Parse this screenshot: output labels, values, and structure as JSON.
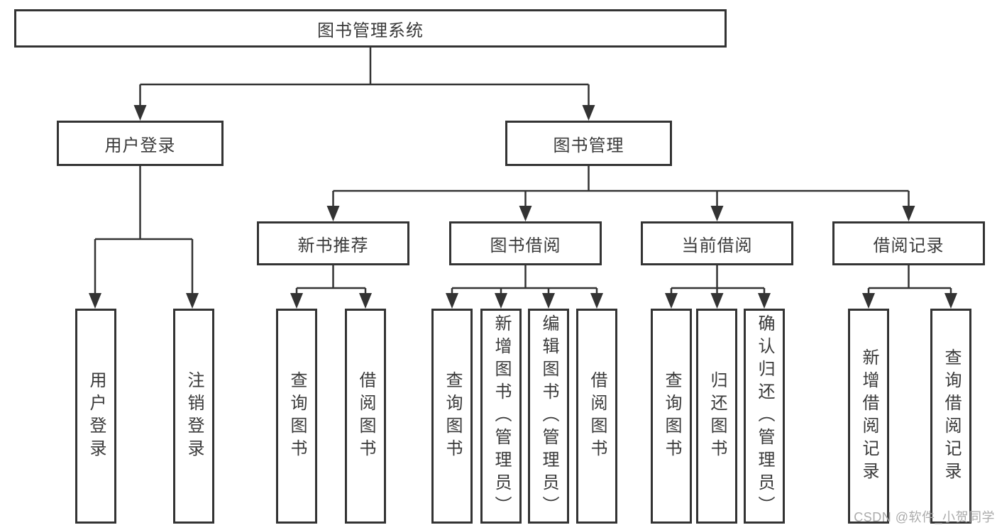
{
  "diagram": {
    "root": {
      "label": "图书管理系统"
    },
    "level2": [
      {
        "label": "用户登录"
      },
      {
        "label": "图书管理"
      }
    ],
    "level3": [
      {
        "label": "新书推荐",
        "parent": "图书管理"
      },
      {
        "label": "图书借阅",
        "parent": "图书管理"
      },
      {
        "label": "当前借阅",
        "parent": "图书管理"
      },
      {
        "label": "借阅记录",
        "parent": "图书管理"
      }
    ],
    "leaves": [
      {
        "label": "用户登录",
        "parent": "用户登录"
      },
      {
        "label": "注销登录",
        "parent": "用户登录"
      },
      {
        "label": "查询图书",
        "parent": "新书推荐"
      },
      {
        "label": "借阅图书",
        "parent": "新书推荐"
      },
      {
        "label": "查询图书",
        "parent": "图书借阅"
      },
      {
        "label": "新增图书（管理员）",
        "parent": "图书借阅"
      },
      {
        "label": "编辑图书（管理员）",
        "parent": "图书借阅"
      },
      {
        "label": "借阅图书",
        "parent": "图书借阅"
      },
      {
        "label": "查询图书",
        "parent": "当前借阅"
      },
      {
        "label": "归还图书",
        "parent": "当前借阅"
      },
      {
        "label": "确认归还（管理员）",
        "parent": "当前借阅"
      },
      {
        "label": "新增借阅记录",
        "parent": "借阅记录"
      },
      {
        "label": "查询借阅记录",
        "parent": "借阅记录"
      }
    ]
  },
  "watermark": {
    "text": "CSDN @软件_小贺同学"
  },
  "colors": {
    "line": "#333333",
    "border": "#333333",
    "text": "#3a3a3a",
    "watermark": "#ababab",
    "bg": "#ffffff"
  }
}
